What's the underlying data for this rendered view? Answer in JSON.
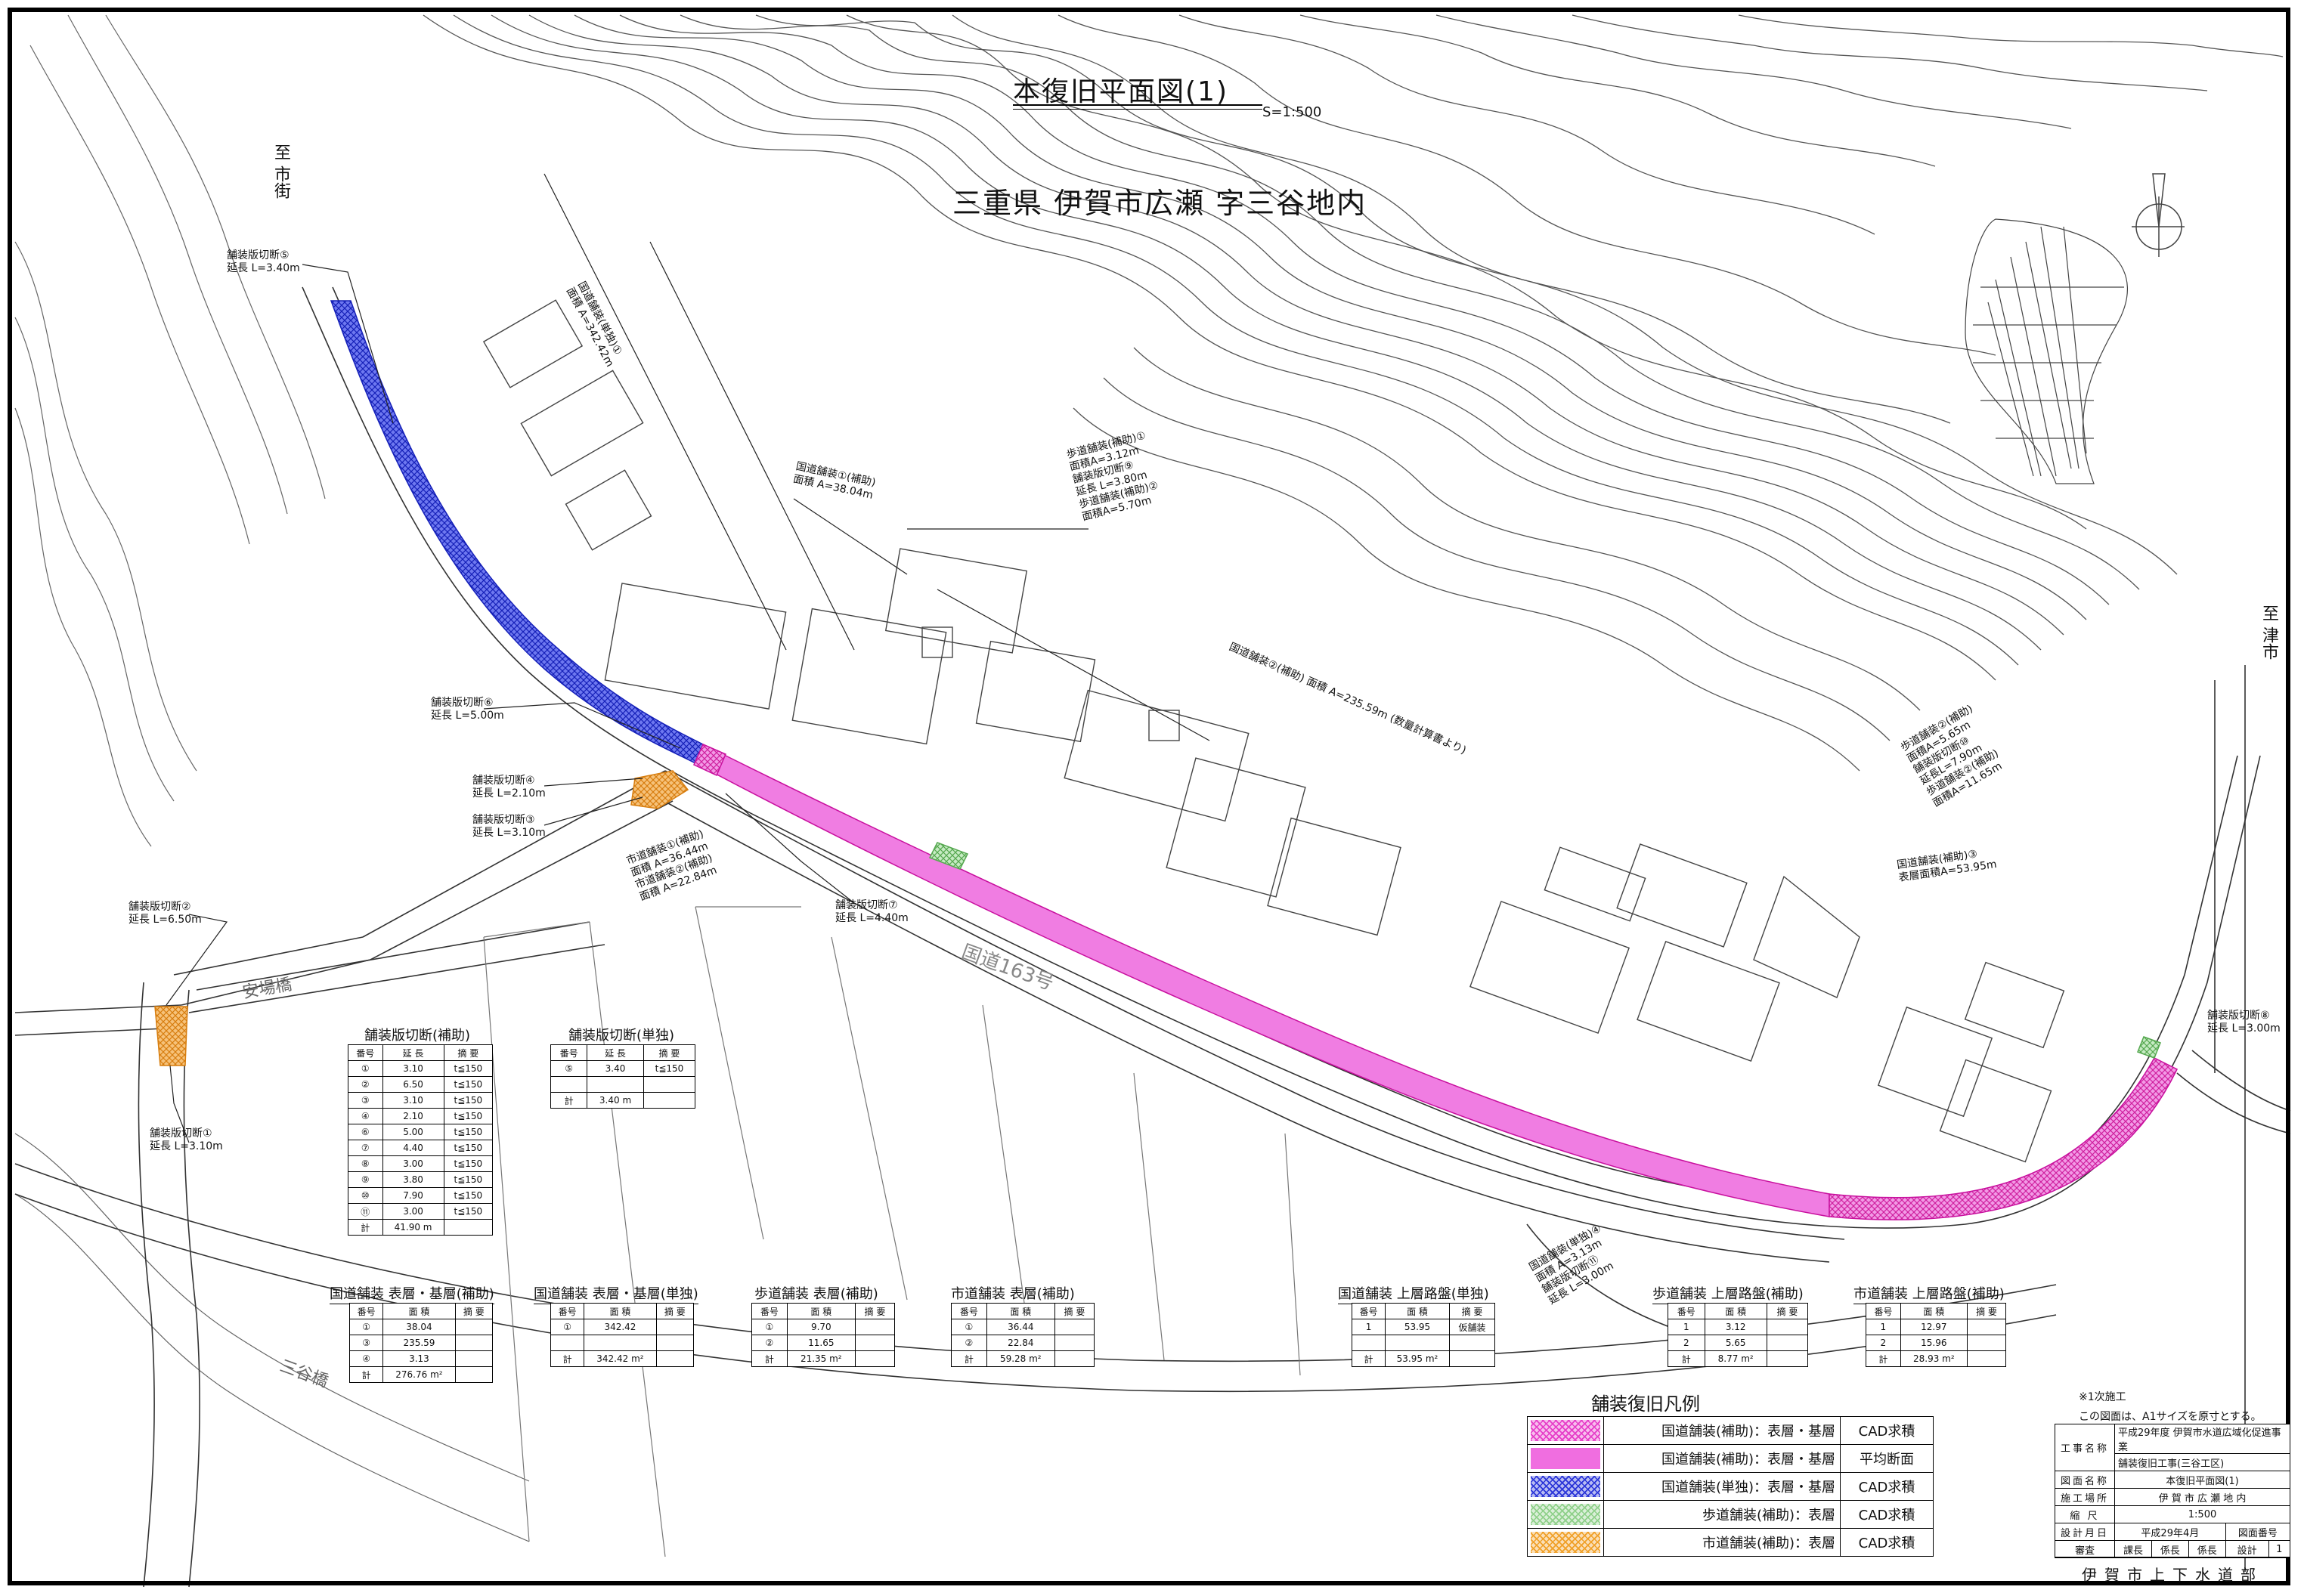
{
  "title": "本復旧平面図(1)",
  "scale": "S=1:500",
  "location": "三重県 伊賀市広瀬 字三谷地内",
  "direction_labels": {
    "top_left": "至 市街",
    "right": "至 津市"
  },
  "road_name": "国道163号",
  "bridges": {
    "bridge1": "安場橋",
    "bridge2": "三谷橋"
  },
  "annotations": {
    "cut5": "舗装版切断⑤\n延長 L=3.40m",
    "cut6": "舗装版切断⑥\n延長 L=5.00m",
    "cut4": "舗装版切断④\n延長 L=2.10m",
    "cut3": "舗装版切断③\n延長 L=3.10m",
    "cut2": "舗装版切断②\n延長 L=6.50m",
    "cut1": "舗装版切断①\n延長 L=3.10m",
    "cut7": "舗装版切断⑦\n延長 L=4.40m",
    "cut8": "舗装版切断⑧\n延長 L=3.00m",
    "national_aux": "国道舗装②(補助) 面積 A=235.59m (数量計算書より)",
    "sidewalk_a": "歩道舗装(補助)①\n面積A=3.12m\n舗装版切断⑨\n延長 L=3.80m\n歩道舗装(補助)②\n面積A=5.70m",
    "sidewalk_b": "歩道舗装②(補助)\n面積A=5.65m\n舗装版切断⑩\n延長L=7.90m\n歩道舗装②(補助)\n面積A=11.65m",
    "city_a": "市道舗装①(補助)\n面積 A=36.44m\n市道舗装②(補助)\n面積 A=22.84m",
    "national_single": "国道舗装(単独)①\n面積 A=342.42m",
    "national_surface": "国道舗装①(補助)\n面積 A=38.04m",
    "upper_base": "国道舗装(補助)③\n表層面積A=53.95m",
    "bottom_cut": "国道舗装(単独)④\n面積 A=3.13m\n舗装版切断⑪\n延長 L=3.00m"
  },
  "tables": {
    "cut_aux": {
      "title": "舗装版切断(補助)",
      "headers": [
        "番号",
        "延 長",
        "摘 要"
      ],
      "rows": [
        [
          "①",
          "3.10",
          "t≦150"
        ],
        [
          "②",
          "6.50",
          "t≦150"
        ],
        [
          "③",
          "3.10",
          "t≦150"
        ],
        [
          "④",
          "2.10",
          "t≦150"
        ],
        [
          "⑥",
          "5.00",
          "t≦150"
        ],
        [
          "⑦",
          "4.40",
          "t≦150"
        ],
        [
          "⑧",
          "3.00",
          "t≦150"
        ],
        [
          "⑨",
          "3.80",
          "t≦150"
        ],
        [
          "⑩",
          "7.90",
          "t≦150"
        ],
        [
          "⑪",
          "3.00",
          "t≦150"
        ]
      ],
      "total": [
        "計",
        "41.90 m",
        ""
      ]
    },
    "cut_single": {
      "title": "舗装版切断(単独)",
      "headers": [
        "番号",
        "延 長",
        "摘 要"
      ],
      "rows": [
        [
          "⑤",
          "3.40",
          "t≦150"
        ],
        [
          "",
          "",
          " "
        ]
      ],
      "total": [
        "計",
        "3.40 m",
        ""
      ]
    },
    "national_aux": {
      "title": "国道舗装 表層・基層(補助)",
      "headers": [
        "番号",
        "面 積",
        "摘 要"
      ],
      "rows": [
        [
          "①",
          "38.04",
          ""
        ],
        [
          "③",
          "235.59",
          ""
        ],
        [
          "④",
          "3.13",
          ""
        ]
      ],
      "total": [
        "計",
        "276.76 m²",
        ""
      ]
    },
    "national_single": {
      "title": "国道舗装 表層・基層(単独)",
      "headers": [
        "番号",
        "面 積",
        "摘 要"
      ],
      "rows": [
        [
          "①",
          "342.42",
          ""
        ],
        [
          "",
          "",
          ""
        ]
      ],
      "total": [
        "計",
        "342.42 m²",
        ""
      ]
    },
    "sidewalk_surface": {
      "title": "歩道舗装 表層(補助)",
      "headers": [
        "番号",
        "面 積",
        "摘 要"
      ],
      "rows": [
        [
          "①",
          "9.70",
          ""
        ],
        [
          "②",
          "11.65",
          ""
        ]
      ],
      "total": [
        "計",
        "21.35 m²",
        ""
      ]
    },
    "city_surface": {
      "title": "市道舗装 表層(補助)",
      "headers": [
        "番号",
        "面 積",
        "摘 要"
      ],
      "rows": [
        [
          "①",
          "36.44",
          ""
        ],
        [
          "②",
          "22.84",
          ""
        ]
      ],
      "total": [
        "計",
        "59.28 m²",
        ""
      ]
    },
    "national_upper": {
      "title": "国道舗装 上層路盤(単独)",
      "headers": [
        "番号",
        "面 積",
        "摘 要"
      ],
      "rows": [
        [
          "1",
          "53.95",
          "仮舗装"
        ],
        [
          "",
          "",
          ""
        ]
      ],
      "total": [
        "計",
        "53.95 m²",
        ""
      ]
    },
    "sidewalk_upper": {
      "title": "歩道舗装 上層路盤(補助)",
      "headers": [
        "番号",
        "面 積",
        "摘 要"
      ],
      "rows": [
        [
          "1",
          "3.12",
          ""
        ],
        [
          "2",
          "5.65",
          ""
        ]
      ],
      "total": [
        "計",
        "8.77 m²",
        ""
      ]
    },
    "city_upper": {
      "title": "市道舗装 上層路盤(補助)",
      "headers": [
        "番号",
        "面 積",
        "摘 要"
      ],
      "rows": [
        [
          "1",
          "12.97",
          ""
        ],
        [
          "2",
          "15.96",
          ""
        ]
      ],
      "total": [
        "計",
        "28.93 m²",
        ""
      ]
    }
  },
  "legend": {
    "title": "舗装復旧凡例",
    "items": [
      {
        "label": "国道舗装(補助)：表層・基層",
        "method": "CAD求積",
        "color": "#e63cc8",
        "pattern": "cross"
      },
      {
        "label": "国道舗装(補助)：表層・基層",
        "method": "平均断面",
        "color": "#f06ee0",
        "pattern": "solid"
      },
      {
        "label": "国道舗装(単独)：表層・基層",
        "method": "CAD求積",
        "color": "#2a35d8",
        "pattern": "cross"
      },
      {
        "label": "歩道舗装(補助)：表層",
        "method": "CAD求積",
        "color": "#8fd08a",
        "pattern": "cross"
      },
      {
        "label": "市道舗装(補助)：表層",
        "method": "CAD求積",
        "color": "#f0a028",
        "pattern": "cross"
      }
    ]
  },
  "notes": {
    "note1": "※1次施工",
    "note2": "この図面は、A1サイズを原寸とする。"
  },
  "titleblock": {
    "project_label": "工事名称",
    "project_value1": "平成29年度 伊賀市水道広域化促進事業",
    "project_value2": "舗装復旧工事(三谷工区)",
    "drawing_label": "図面名称",
    "drawing_value": "本復旧平面図(1)",
    "site_label": "施工場所",
    "site_value": "伊 賀 市 広 瀬 地 内",
    "scale_label": "縮 尺",
    "scale_value": "1:500",
    "date_label": "設計月日",
    "date_value": "平成29年4月",
    "sheet_label": "図面番号",
    "sheet_value": "1",
    "review_cells": [
      "審査",
      "課長",
      "係長",
      "係長",
      "設計"
    ],
    "office": "伊賀市上下水道部"
  },
  "colors": {
    "national_aux_cross": "#e63cc8",
    "national_aux_solid": "#f06ee0",
    "national_single": "#2a35d8",
    "sidewalk": "#8fd08a",
    "city": "#f0a028",
    "linework": "#444444"
  }
}
